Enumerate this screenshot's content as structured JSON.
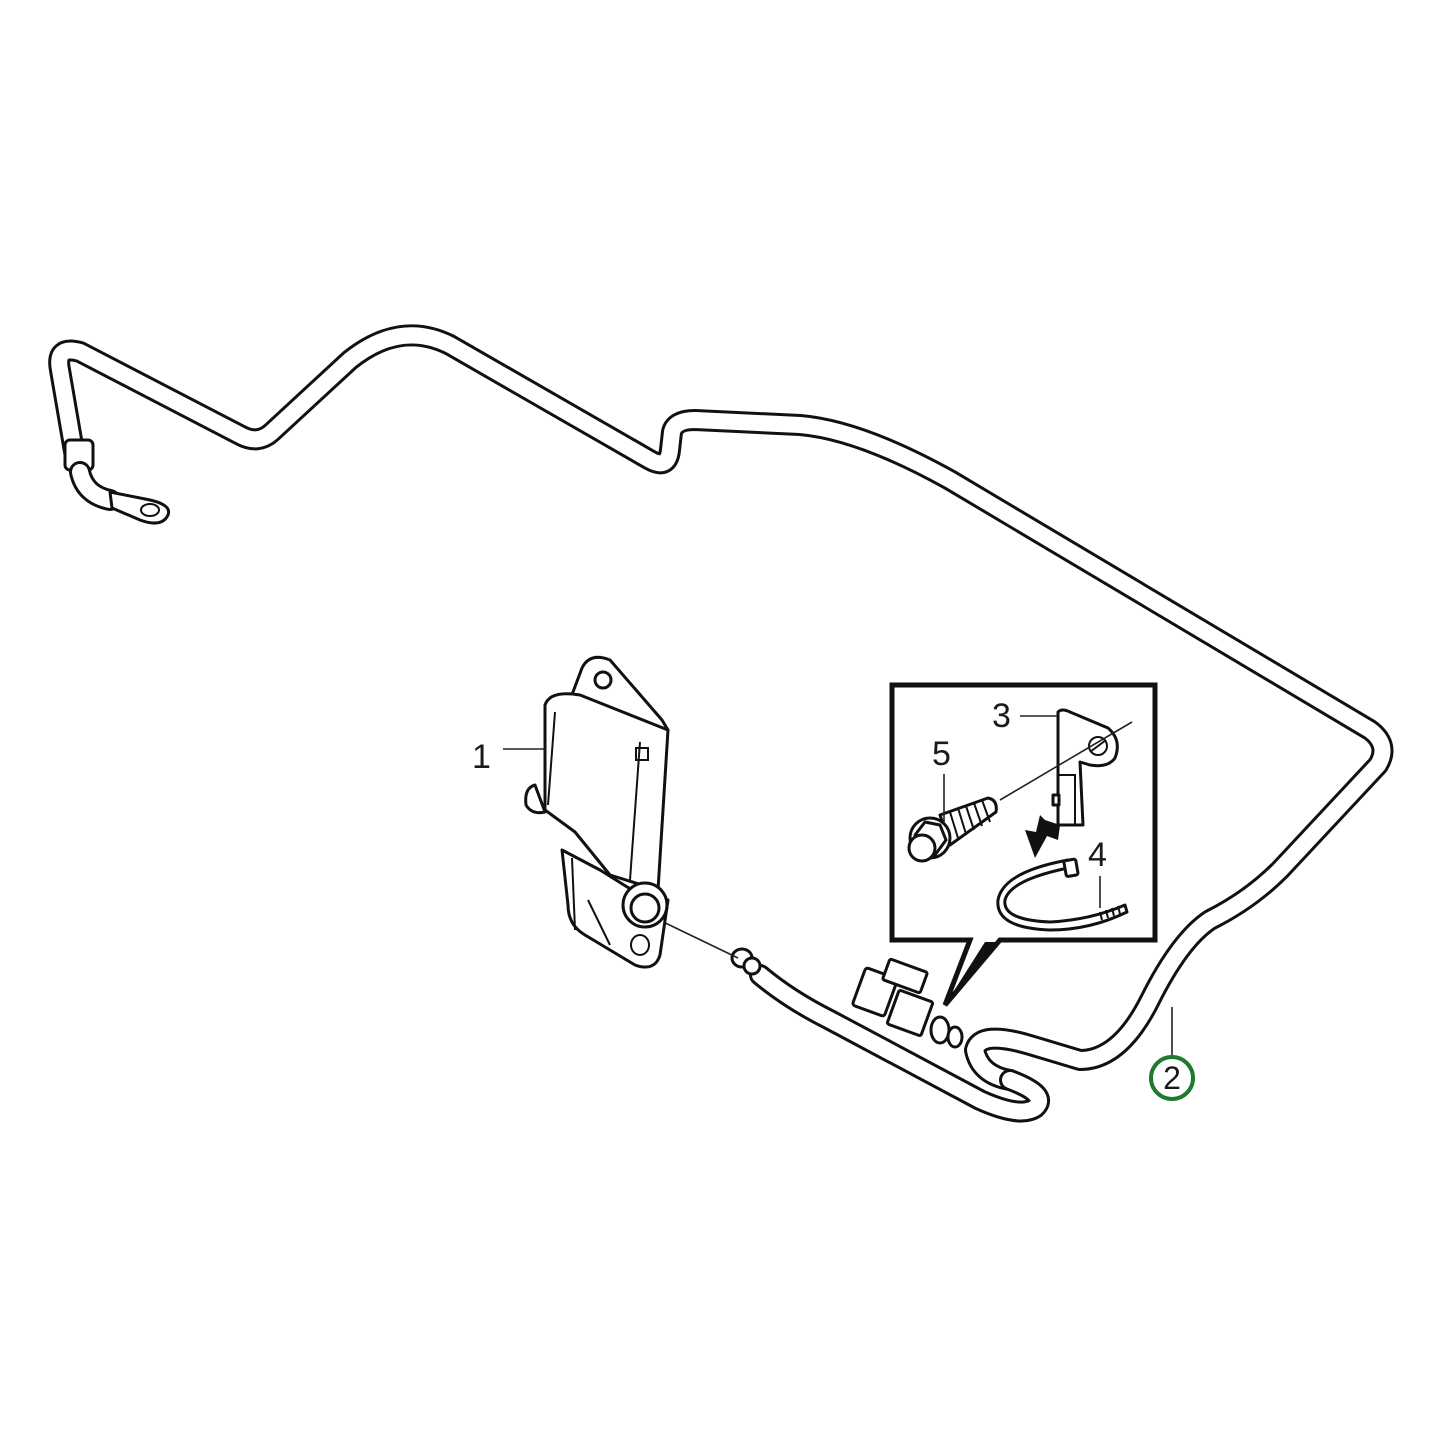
{
  "diagram": {
    "title": "",
    "type": "exploded parts diagram",
    "callouts": [
      {
        "id": "1",
        "label": "1",
        "part": "sensor-unit-with-bracket",
        "selected": false
      },
      {
        "id": "2",
        "label": "2",
        "part": "cable-harness",
        "selected": true
      },
      {
        "id": "3",
        "label": "3",
        "part": "bracket",
        "selected": false
      },
      {
        "id": "4",
        "label": "4",
        "part": "cable-tie",
        "selected": false
      },
      {
        "id": "5",
        "label": "5",
        "part": "flange-bolt",
        "selected": false
      }
    ],
    "colors": {
      "line": "#111111",
      "background": "#ffffff",
      "selected_callout": "#1e7a2e"
    }
  }
}
